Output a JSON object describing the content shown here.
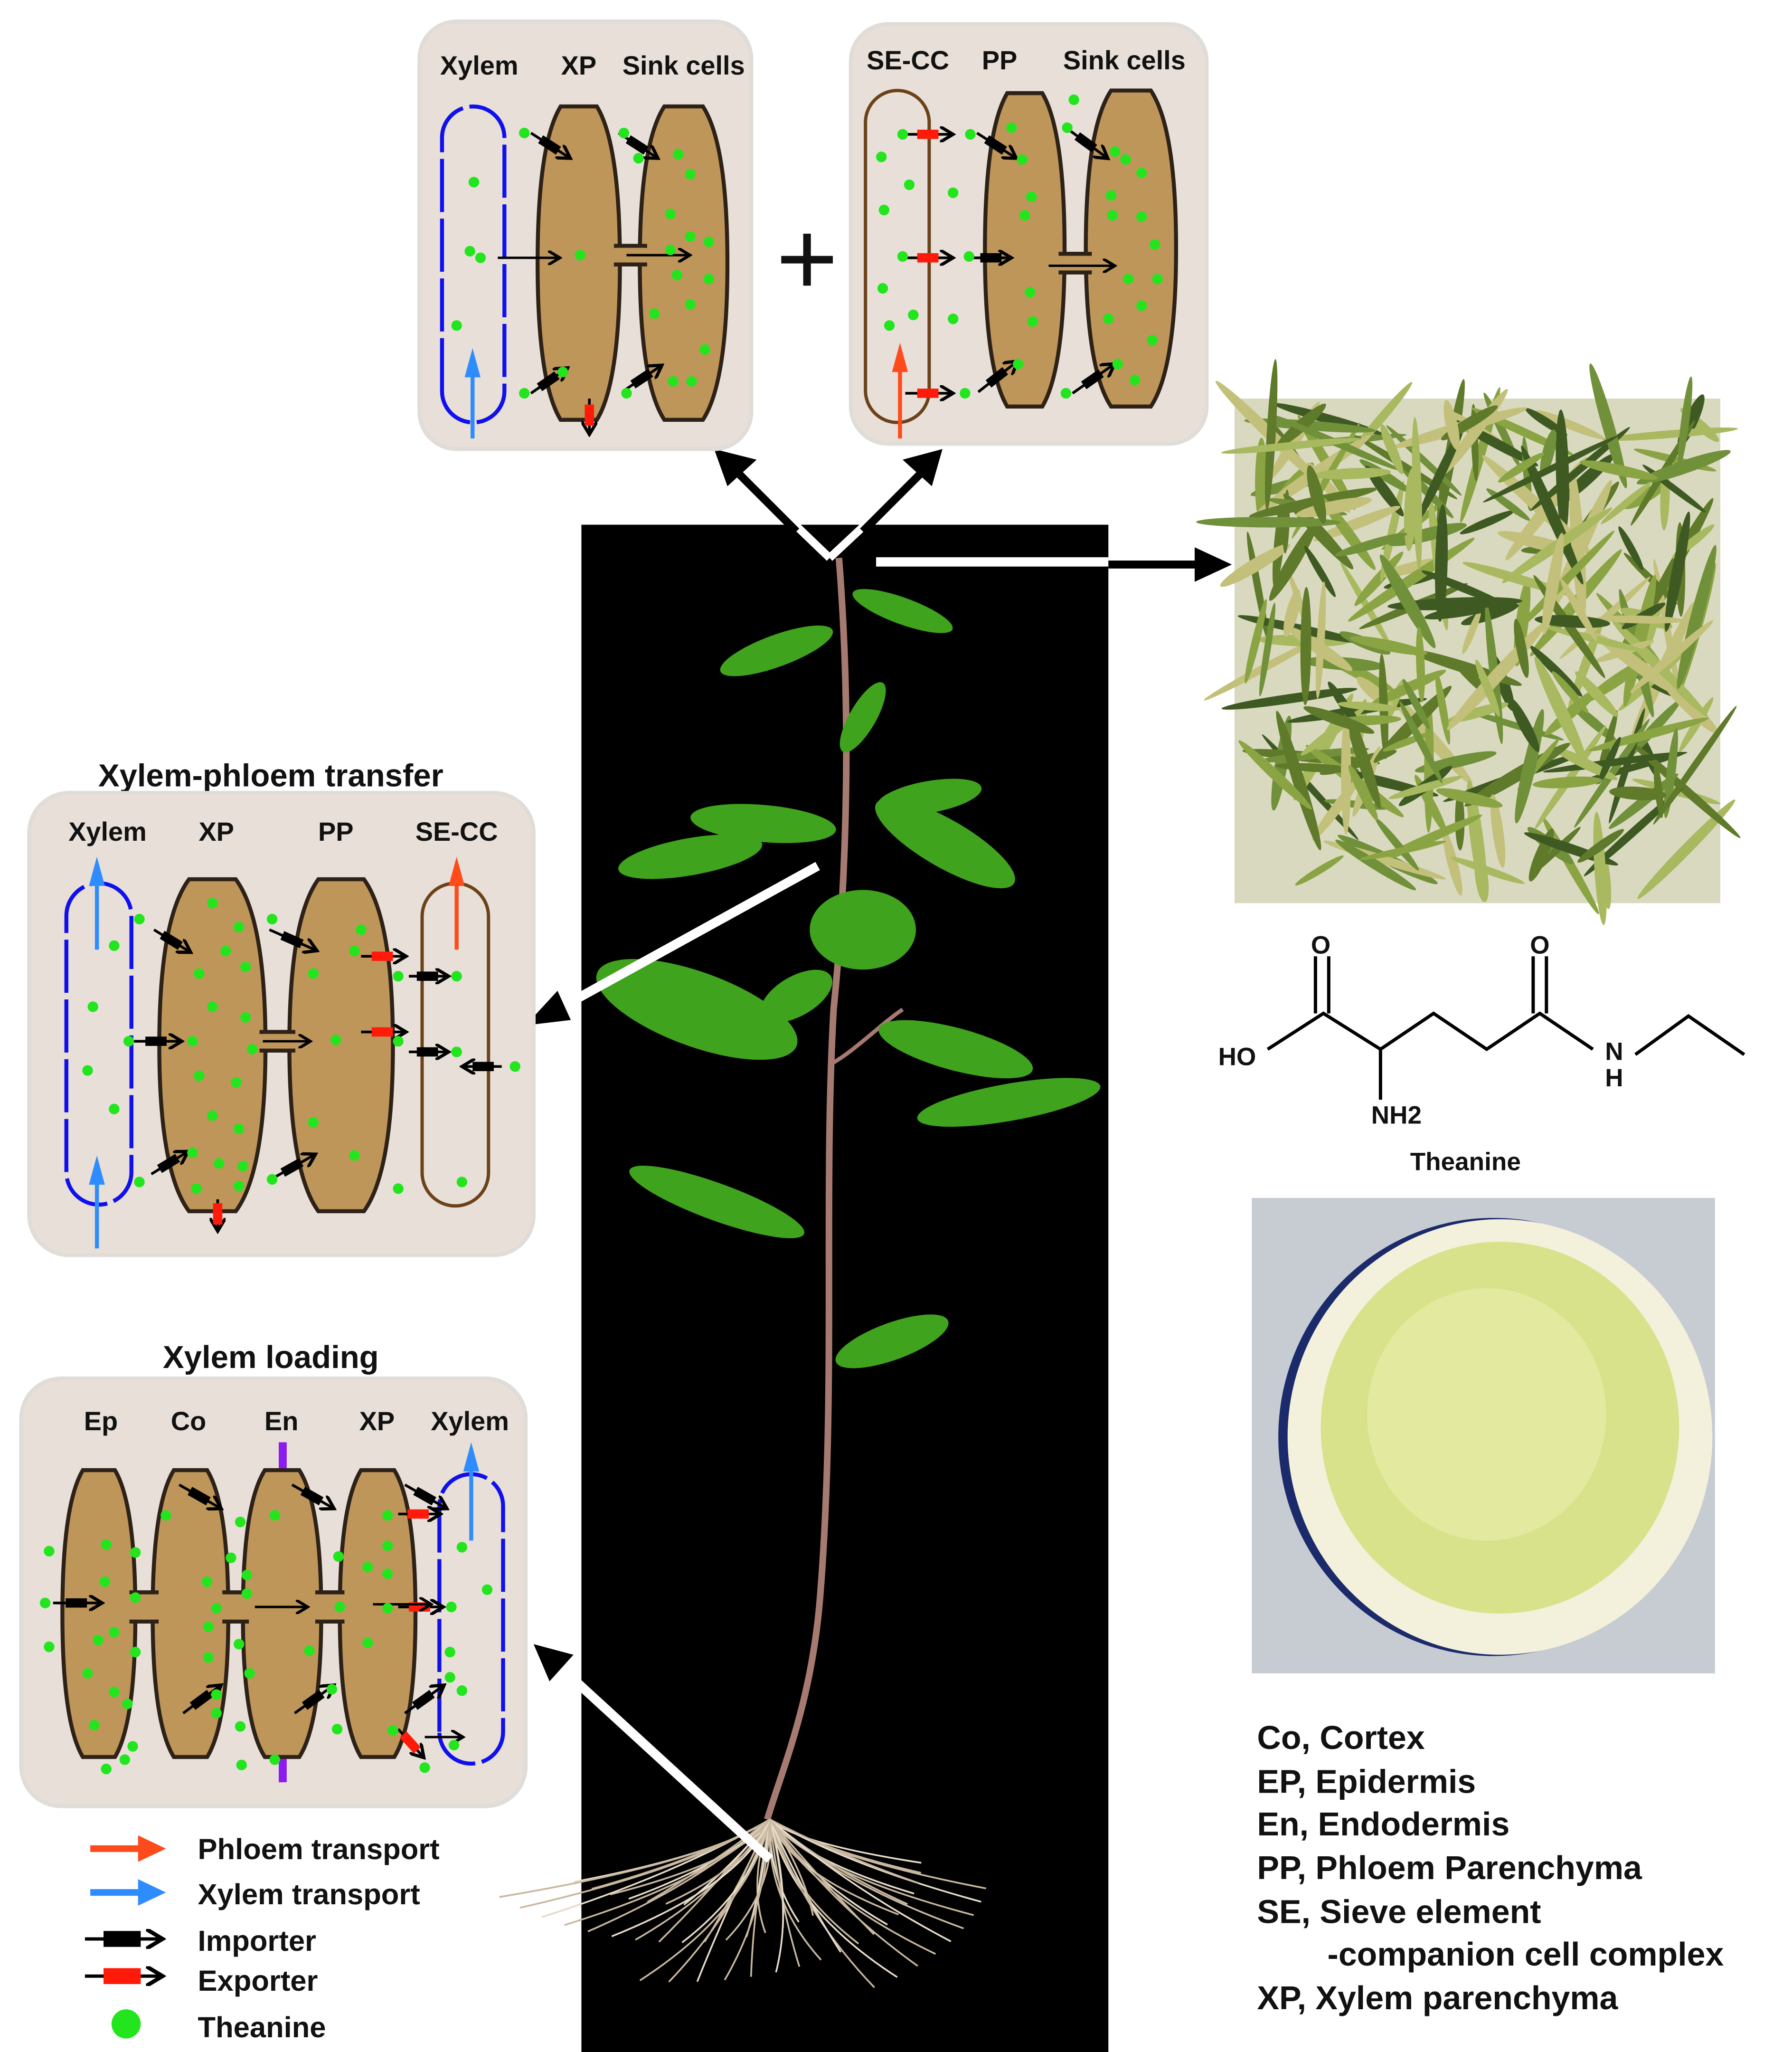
{
  "panels": {
    "sink_xylem": {
      "labels": [
        "Xylem",
        "XP",
        "Sink cells"
      ]
    },
    "sink_phloem": {
      "labels": [
        "SE-CC",
        "PP",
        "Sink cells"
      ]
    },
    "plus_sign": "+",
    "transfer": {
      "title": "Xylem-phloem transfer",
      "labels": [
        "Xylem",
        "XP",
        "PP",
        "SE-CC"
      ]
    },
    "loading": {
      "title": "Xylem loading",
      "labels": [
        "Ep",
        "Co",
        "En",
        "XP",
        "Xylem"
      ]
    }
  },
  "legend": [
    {
      "label": "Phloem transport",
      "icon": "orange-arrow",
      "color": "#ff4a1c"
    },
    {
      "label": "Xylem transport",
      "icon": "blue-arrow",
      "color": "#2f8cff"
    },
    {
      "label": "Importer",
      "icon": "black-transporter",
      "color": "#000000"
    },
    {
      "label": "Exporter",
      "icon": "red-transporter",
      "color": "#ff1a0a"
    },
    {
      "label": "Theanine",
      "icon": "green-dot",
      "color": "#22e51e"
    }
  ],
  "molecule": {
    "ho": "HO",
    "o1": "O",
    "o2": "O",
    "n": "N",
    "h": "H",
    "nh2": "NH2",
    "name": "Theanine"
  },
  "abbreviations": [
    "Co, Cortex",
    "EP, Epidermis",
    "En, Endodermis",
    "PP, Phloem Parenchyma",
    "SE, Sieve element",
    "-companion cell complex",
    "XP, Xylem parenchyma"
  ],
  "colors": {
    "panel": "#e8e0d8",
    "cell": "#bf9659",
    "xylem": "#1010ee",
    "phloem_tube": "#6b4219",
    "endodermis": "#8a1cf0"
  }
}
